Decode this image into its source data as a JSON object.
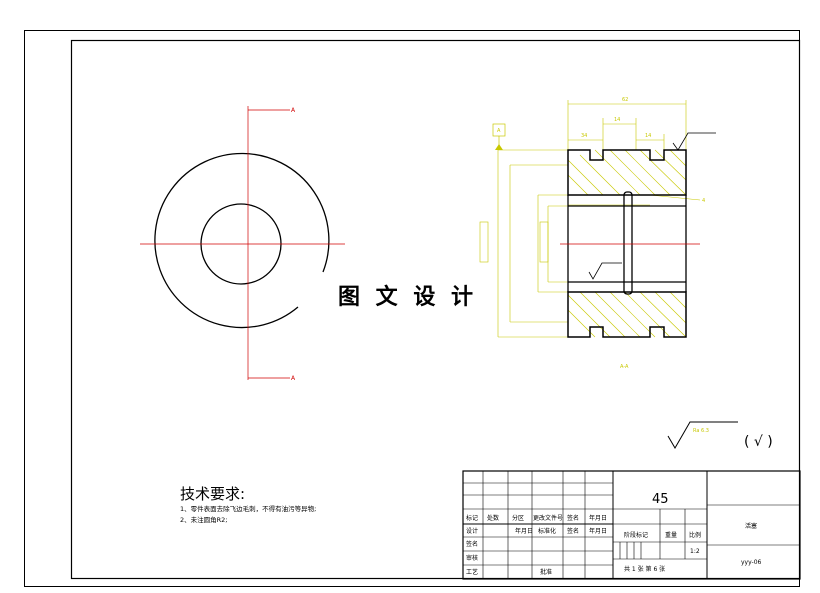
{
  "drawing": {
    "watermark": "图 文 设 计",
    "section_labels": [
      "A",
      "A"
    ],
    "section_view_label": "A-A",
    "datum_letter": "A",
    "roughness_general": "Ra 6.3",
    "roughness_paren": "( √ )",
    "dims": {
      "overall_length": "62",
      "d1": "34",
      "d2": "14",
      "d3": "14",
      "right_label": "4"
    }
  },
  "tech_requirements": {
    "title": "技术要求:",
    "items": [
      "1、零件表面去除飞边毛刺，不得有油污等异物;",
      "2、未注圆角R2;"
    ]
  },
  "title_block": {
    "material": "45",
    "part_name": "活塞",
    "drawing_no": "yyy-06",
    "scale": "1:2",
    "sheet_info": "共 1 张 第 6 张",
    "headers": {
      "mark": "标记",
      "count": "处数",
      "zone": "分区",
      "change_doc": "更改文件号",
      "sign": "签名",
      "date": "年月日",
      "design": "设计",
      "standardize": "标准化",
      "stage_mark": "阶段标记",
      "weight": "重量",
      "scale_label": "比例",
      "checker": "签名",
      "review": "审核",
      "process": "工艺",
      "approve": "批准"
    }
  }
}
